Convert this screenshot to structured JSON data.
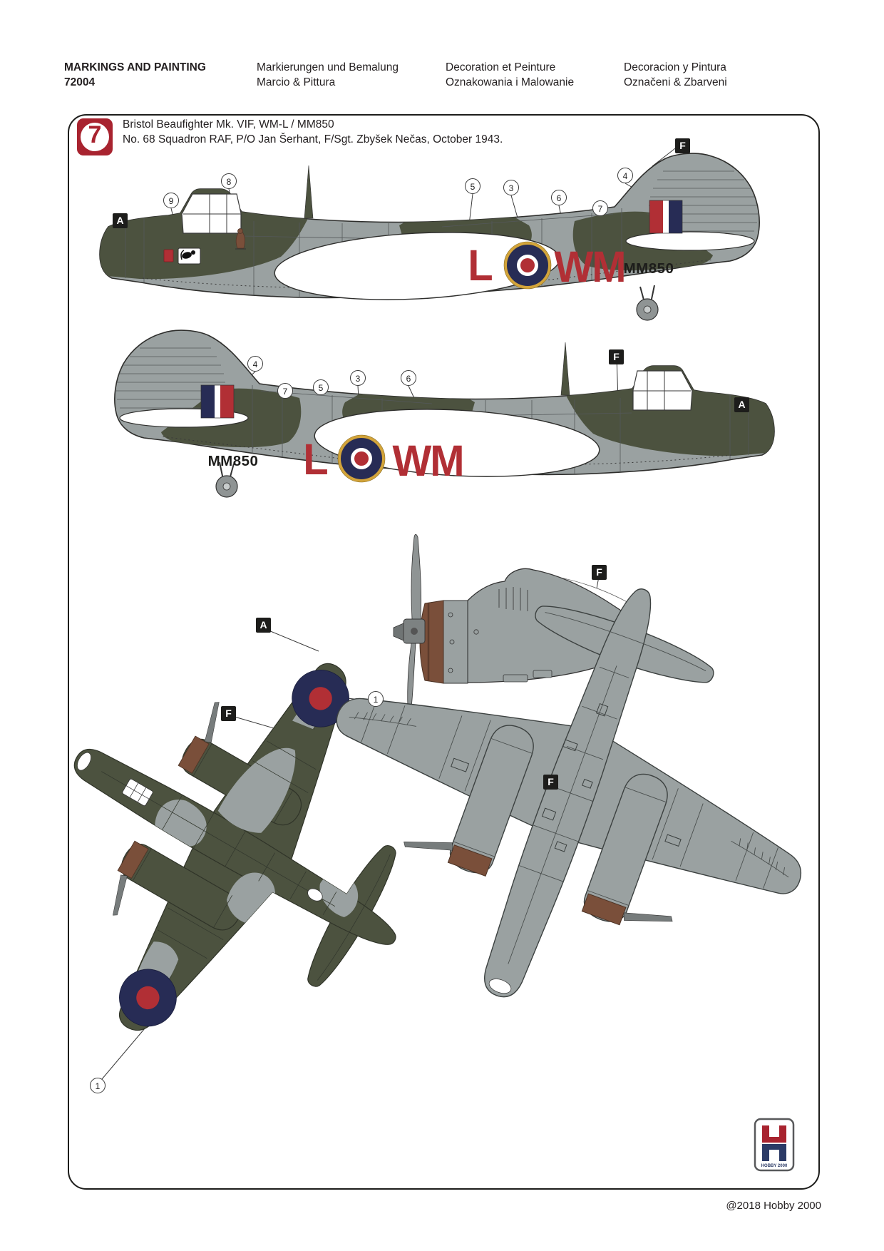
{
  "header": {
    "columns": [
      {
        "line1": "MARKINGS AND PAINTING",
        "line2": "72004"
      },
      {
        "line1": "Markierungen und Bemalung",
        "line2": "Marcio & Pittura"
      },
      {
        "line1": "Decoration et Peinture",
        "line2": "Oznakowania i Malowanie"
      },
      {
        "line1": "Decoracion y Pintura",
        "line2": "Označeni & Zbarveni"
      }
    ]
  },
  "scheme": {
    "number": "7",
    "title_line1": "Bristol Beaufighter Mk. VIF, WM-L / MM850",
    "title_line2": "No. 68 Squadron RAF, P/O Jan Šerhant, F/Sgt. Zbyšek Nečas, October 1943."
  },
  "aircraft_markings": {
    "squadron_code_left": "L",
    "squadron_code_right": "WM",
    "serial": "MM850"
  },
  "labels": {
    "a": "A",
    "f": "F"
  },
  "callouts": {
    "c1": "1",
    "c3": "3",
    "c4": "4",
    "c5": "5",
    "c6": "6",
    "c7": "7",
    "c8": "8",
    "c9": "9"
  },
  "logo": {
    "letter": "H",
    "name": "HOBBY 2000"
  },
  "footer": {
    "copyright": "@2018 Hobby 2000"
  },
  "colors": {
    "ink": "#231f20",
    "badge_red": "#a8232f",
    "red": "#b12f35",
    "navy": "#272c55",
    "yellow": "#d3a43a",
    "camo_grey": "#9aa1a1",
    "camo_green": "#4c523f",
    "brown": "#7a4f3a",
    "brown_dark": "#57392a",
    "label_bg": "#1d1d1b",
    "steel": "#8f9494",
    "logo_navy": "#2b3a66"
  }
}
